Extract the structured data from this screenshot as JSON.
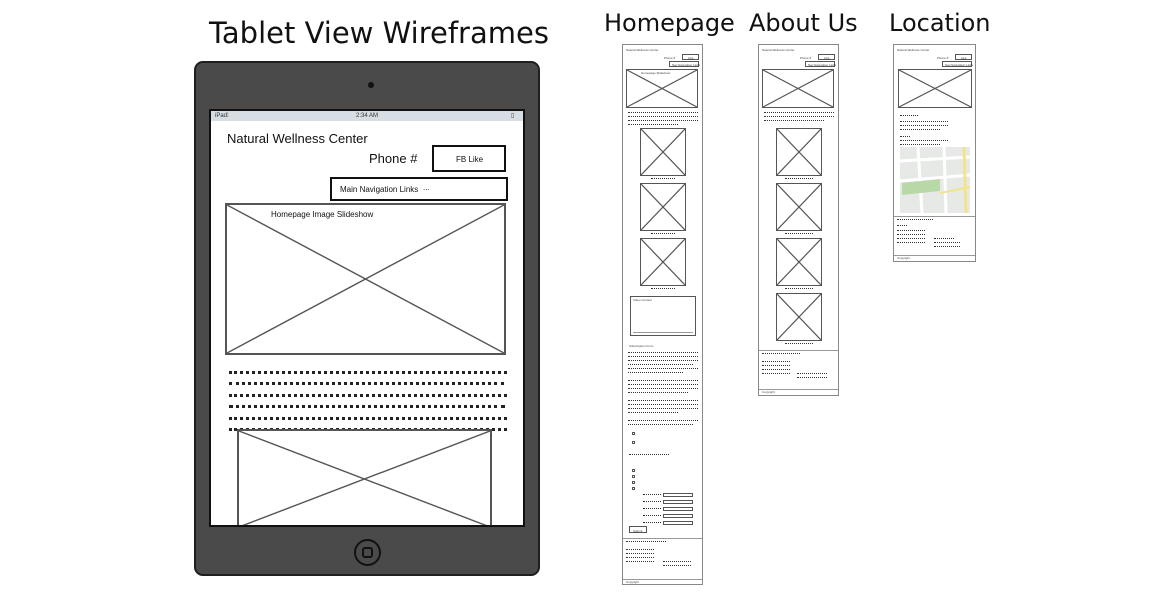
{
  "titles": {
    "main": "Tablet View Wireframes",
    "homepage": "Homepage",
    "about": "About Us",
    "location": "Location"
  },
  "tablet": {
    "status_left": "iPad",
    "status_time": "2:34 AM",
    "site_name": "Natural Wellness Center",
    "phone": "Phone #",
    "fb_like": "FB Like",
    "nav_links": "Main Navigation Links",
    "nav_more": "...",
    "slideshow_label": "Homepage Image Slideshow"
  },
  "mini": {
    "site_name": "Natural Wellness Center",
    "phone": "Phone #",
    "fb_like": "Like",
    "nav": "Nav Navigation Links",
    "slideshow": "Homepage Slideshow",
    "subscription": "Subscription Form",
    "video": "Video Content",
    "submit": "Submit",
    "footer": "Copyright"
  }
}
